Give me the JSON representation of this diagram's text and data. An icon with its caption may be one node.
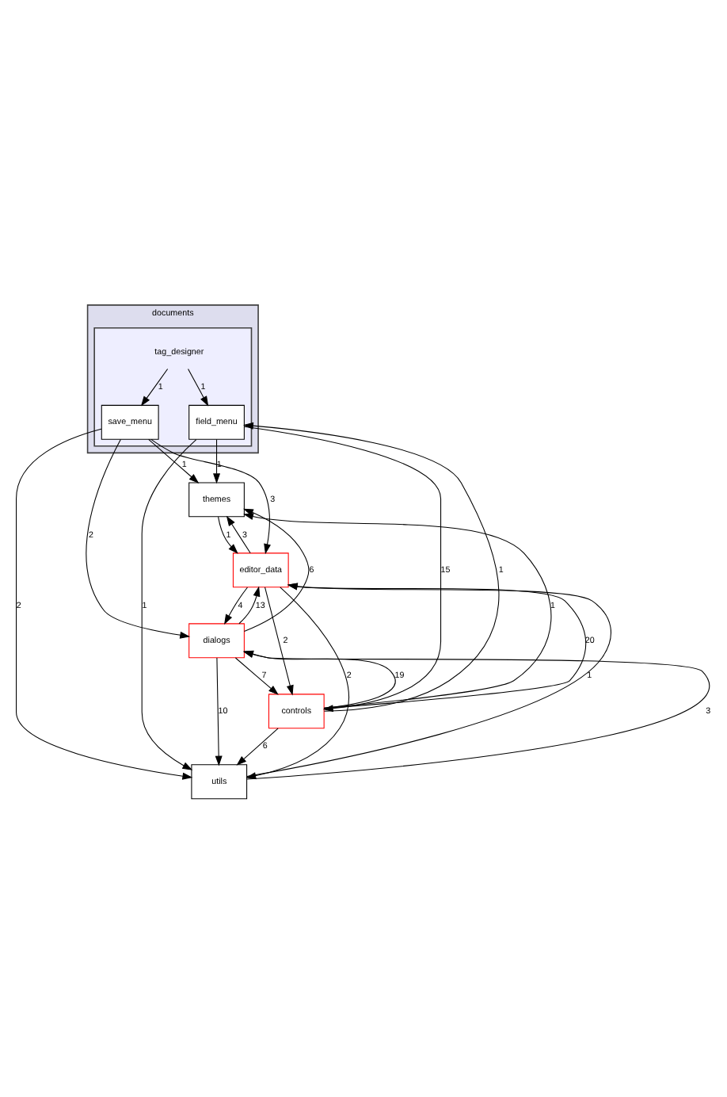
{
  "diagram": {
    "nodes": [
      {
        "text": [
          "documents"
        ]
      },
      {
        "text": [],
        "shape": "box",
        "in": 0
      },
      {
        "text": [
          "tag_designer"
        ],
        "in": 1
      },
      {
        "text": [
          "save_menu"
        ],
        "in": 1
      },
      {
        "text": [
          "field_menu"
        ],
        "in": 1
      },
      {
        "text": [
          "themes"
        ]
      },
      {
        "text": [
          "editor_data"
        ]
      },
      {
        "text": [
          "dialogs"
        ]
      },
      {
        "text": [
          "controls"
        ]
      },
      {
        "text": [
          "utils"
        ]
      }
    ],
    "edges": [
      {
        "from": 2,
        "to": 3,
        "arrow": "to",
        "label": "1"
      },
      {
        "from": 2,
        "to": 4,
        "arrow": "to",
        "label": "1"
      },
      {
        "from": 3,
        "to": 5,
        "arrow": "to",
        "label": "1"
      },
      {
        "from": 3,
        "to": 6,
        "arrow": "to",
        "label": "3"
      },
      {
        "from": 3,
        "to": 7,
        "arrow": "to",
        "label": "2"
      },
      {
        "from": 3,
        "to": 9,
        "arrow": "to",
        "label": "2"
      },
      {
        "from": 4,
        "to": 5,
        "arrow": "to",
        "label": "1"
      },
      {
        "from": 4,
        "to": 8,
        "arrow": "to",
        "label": "15"
      },
      {
        "from": 4,
        "to": 9,
        "arrow": "to",
        "label": "1"
      },
      {
        "from": 6,
        "to": 5,
        "arrow": "to",
        "label": "3"
      },
      {
        "from": 5,
        "to": 6,
        "arrow": "to",
        "label": "1"
      },
      {
        "from": 6,
        "to": 7,
        "arrow": "to",
        "label": "4"
      },
      {
        "from": 6,
        "to": 8,
        "arrow": "to",
        "label": "2"
      },
      {
        "from": 6,
        "to": 9,
        "arrow": "to",
        "label": "2"
      },
      {
        "from": 7,
        "to": 5,
        "arrow": "to",
        "label": "6"
      },
      {
        "from": 7,
        "to": 6,
        "arrow": "to",
        "label": "13"
      },
      {
        "from": 7,
        "to": 8,
        "arrow": "to",
        "label": "7"
      },
      {
        "from": 7,
        "to": 9,
        "arrow": "to",
        "label": "10"
      },
      {
        "from": 8,
        "to": 5,
        "arrow": "to",
        "label": "1"
      },
      {
        "from": 8,
        "to": 6,
        "arrow": "to",
        "label": "20"
      },
      {
        "from": 8,
        "to": 7,
        "arrow": "to",
        "label": "19"
      },
      {
        "from": 8,
        "to": 4,
        "arrow": "to",
        "label": "1"
      },
      {
        "from": 8,
        "to": 9,
        "arrow": "to",
        "label": "6"
      },
      {
        "from": 9,
        "to": 6,
        "arrow": "to",
        "label": "1"
      },
      {
        "from": 9,
        "to": 7,
        "arrow": "to",
        "label": "3"
      }
    ]
  }
}
